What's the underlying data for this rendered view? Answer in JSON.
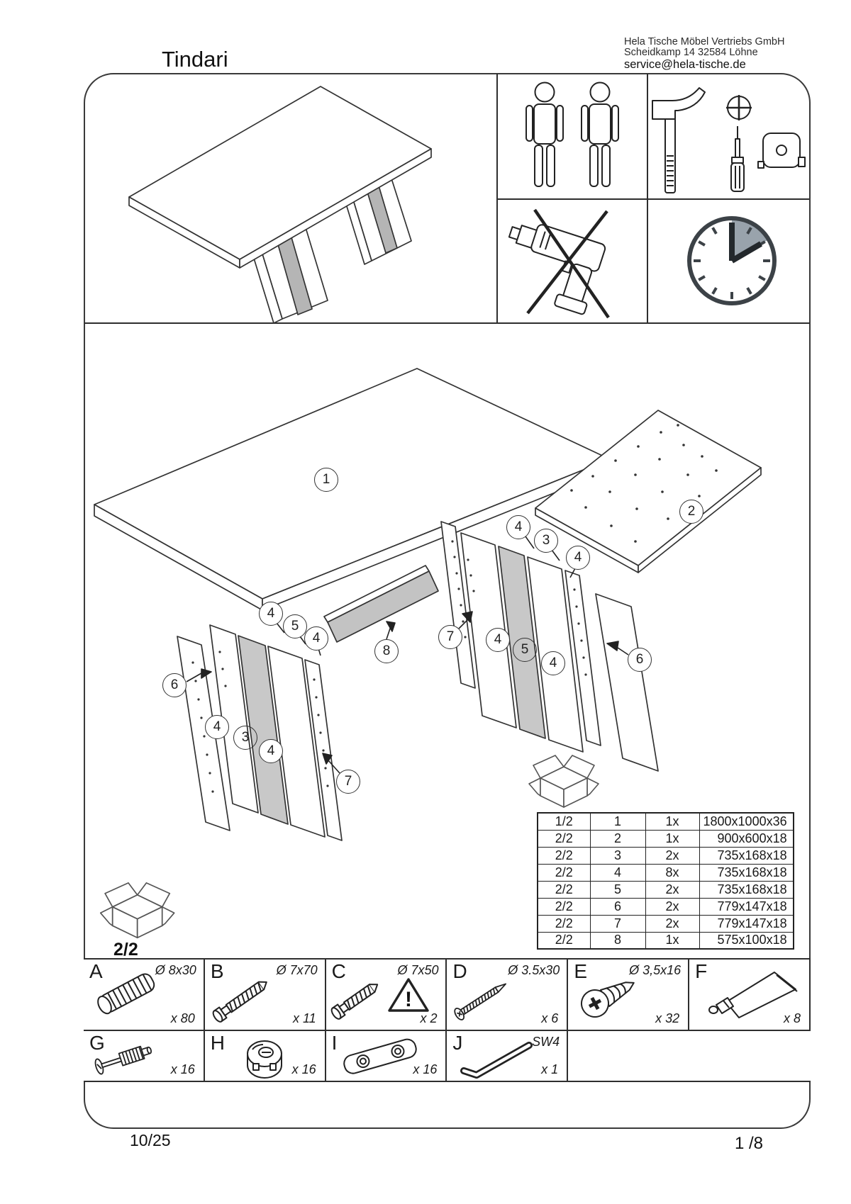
{
  "header": {
    "company": [
      "Hela Tische Möbel Vertriebs GmbH",
      "Scheidkamp 14 32584 Löhne",
      "service@hela-tische.de"
    ],
    "title": "Tindari"
  },
  "parts_table": {
    "rows": [
      {
        "box": "1/2",
        "part": "1",
        "qty": "1x",
        "size": "1800x1000x36"
      },
      {
        "box": "2/2",
        "part": "2",
        "qty": "1x",
        "size": "900x600x18"
      },
      {
        "box": "2/2",
        "part": "3",
        "qty": "2x",
        "size": "735x168x18"
      },
      {
        "box": "2/2",
        "part": "4",
        "qty": "8x",
        "size": "735x168x18"
      },
      {
        "box": "2/2",
        "part": "5",
        "qty": "2x",
        "size": "735x168x18"
      },
      {
        "box": "2/2",
        "part": "6",
        "qty": "2x",
        "size": "779x147x18"
      },
      {
        "box": "2/2",
        "part": "7",
        "qty": "2x",
        "size": "779x147x18"
      },
      {
        "box": "2/2",
        "part": "8",
        "qty": "1x",
        "size": "575x100x18"
      }
    ]
  },
  "box_label": "2/2",
  "hardware": [
    {
      "letter": "A",
      "size": "Ø 8x30",
      "qty": "x 80"
    },
    {
      "letter": "B",
      "size": "Ø 7x70",
      "qty": "x 11"
    },
    {
      "letter": "C",
      "size": "Ø 7x50",
      "qty": "x 2",
      "warning": "!"
    },
    {
      "letter": "D",
      "size": "Ø 3.5x30",
      "qty": "x 6"
    },
    {
      "letter": "E",
      "size": "Ø 3,5x16",
      "qty": "x 32"
    },
    {
      "letter": "F",
      "size": "",
      "qty": "x 8"
    },
    {
      "letter": "G",
      "size": "",
      "qty": "x 16"
    },
    {
      "letter": "H",
      "size": "",
      "qty": "x 16"
    },
    {
      "letter": "I",
      "size": "",
      "qty": "x 16"
    },
    {
      "letter": "J",
      "size": "SW4",
      "qty": "x 1"
    }
  ],
  "callouts": [
    "1",
    "2",
    "4",
    "3",
    "4",
    "7",
    "4",
    "5",
    "4",
    "6",
    "4",
    "5",
    "4",
    "6",
    "4",
    "3",
    "4",
    "7",
    "8"
  ],
  "footer": {
    "left": "10/25",
    "right": "1 /8"
  }
}
